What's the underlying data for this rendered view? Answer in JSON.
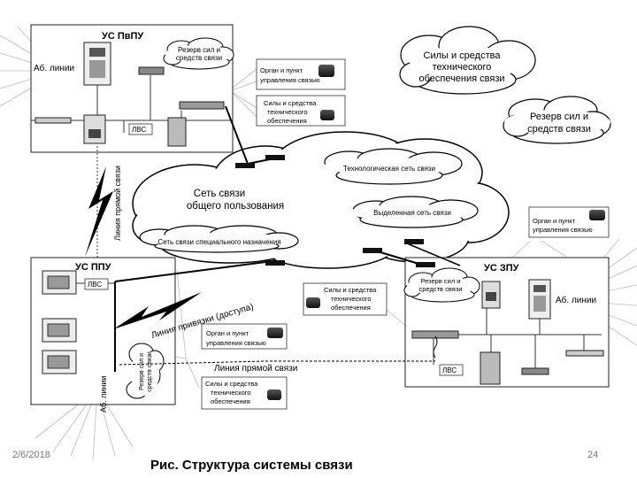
{
  "nodes": {
    "pvpu": {
      "title": "УС ПвПУ",
      "subscriber_lines": "Аб. линии",
      "reserve": [
        "Резерв сил и",
        "средств связи"
      ],
      "lan": "ЛВС"
    },
    "ppu": {
      "title": "УС ППУ",
      "lan": "ЛВС",
      "reserve": [
        "Резерв сил и",
        "средств связи"
      ],
      "subscriber_lines": "Аб. линии"
    },
    "zpu": {
      "title": "УС ЗПУ",
      "subscriber_lines": "Аб. линии",
      "reserve": [
        "Резерв сил и",
        "средств связи"
      ],
      "lan": "ЛВС"
    }
  },
  "legend_items": {
    "control_top": [
      "Орган и пункт",
      "управления связью"
    ],
    "support_top": [
      "Силы и средства",
      "технического",
      "обеспечения"
    ],
    "control_right": [
      "Орган и пункт",
      "управления связью"
    ],
    "support_mid": [
      "Силы и средства",
      "технического",
      "обеспечения"
    ],
    "control_bottom": [
      "Орган и пункт",
      "управления связью"
    ],
    "support_bottom": [
      "Силы и средства",
      "технического",
      "обеспечения"
    ]
  },
  "clouds": {
    "tech_support": [
      "Силы и средства",
      "технического",
      "обеспечения связи"
    ],
    "reserve": [
      "Резерв сил и",
      "средств связи"
    ],
    "public_network": [
      "Сеть связи",
      "общего пользования"
    ],
    "technological": "Технологическая сеть связи",
    "dedicated": "Выделенная сеть связи",
    "special_purpose": "Сеть связи специального назначения"
  },
  "lines": {
    "direct_vertical": "Линия прямой связи",
    "access": "Линия привязки (доступа)",
    "direct_horizontal": "Линия прямой связи"
  },
  "footer": {
    "date": "2/6/2018",
    "page": "24",
    "caption": "Рис.  Структура системы связи"
  }
}
